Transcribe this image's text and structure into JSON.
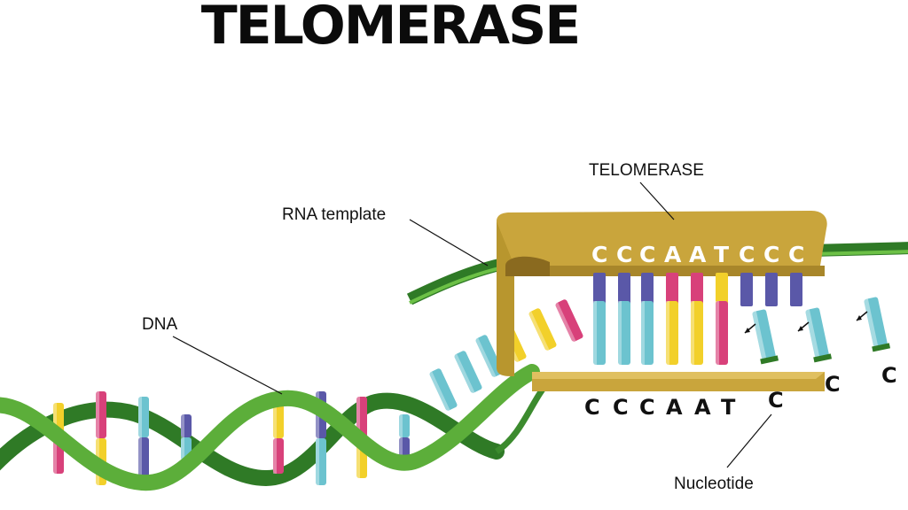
{
  "title": "TELOMERASE",
  "labels": {
    "telomerase": "TELOMERASE",
    "rna_template": "RNA template",
    "dna": "DNA",
    "nucleotide": "Nucleotide"
  },
  "template_sequence": [
    "C",
    "C",
    "C",
    "A",
    "A",
    "T",
    "C",
    "C",
    "C"
  ],
  "synthesized_sequence": [
    "C",
    "C",
    "C",
    "A",
    "A",
    "T"
  ],
  "incoming_nucleotides": [
    "C",
    "C",
    "C"
  ],
  "colors": {
    "dna_strand": "#5cae3a",
    "dna_strand_dark": "#2f7a26",
    "telomerase_body": "#b8962e",
    "telomerase_light": "#d4b04a",
    "rna_strand": "#2f7a26",
    "base_yellow": "#f2d02a",
    "base_pink": "#d8417a",
    "base_blue": "#5a58a8",
    "base_cyan": "#6cc3cf"
  }
}
